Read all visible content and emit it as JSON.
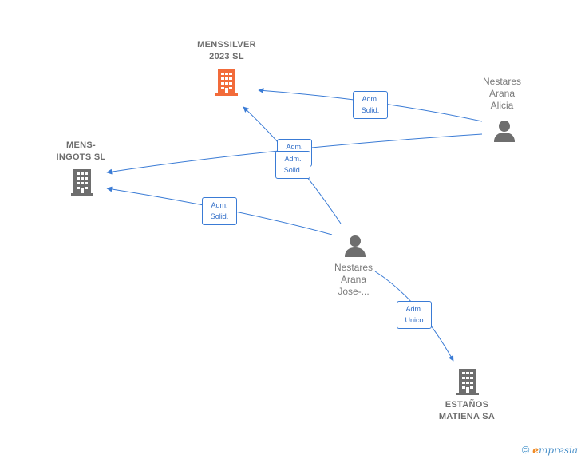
{
  "nodes": {
    "menssilver": {
      "label": "MENSSILVER\n2023  SL",
      "type": "company",
      "color": "#f26b3a"
    },
    "mensingots": {
      "label": "MENS-\nINGOTS  SL",
      "type": "company",
      "color": "#6e6e6e"
    },
    "estanos": {
      "label": "ESTAÑOS\nMATIENA SA",
      "type": "company",
      "color": "#6e6e6e"
    },
    "alicia": {
      "label": "Nestares\nArana\nAlicia",
      "type": "person",
      "color": "#6e6e6e"
    },
    "jose": {
      "label": "Nestares\nArana\nJose-...",
      "type": "person",
      "color": "#6e6e6e"
    }
  },
  "edges": {
    "alicia_menssilver": "Adm.\nSolid.",
    "alicia_mensingots": "Adm.\nSolid.",
    "jose_menssilver": "Adm.\nSolid.",
    "jose_mensingots": "Adm.\nSolid.",
    "jose_estanos": "Adm.\nUnico"
  },
  "colors": {
    "edge": "#3a7bd5",
    "accent": "#f26b3a"
  },
  "footer": {
    "copyright": "©",
    "brand_first": "e",
    "brand_rest": "mpresia"
  }
}
